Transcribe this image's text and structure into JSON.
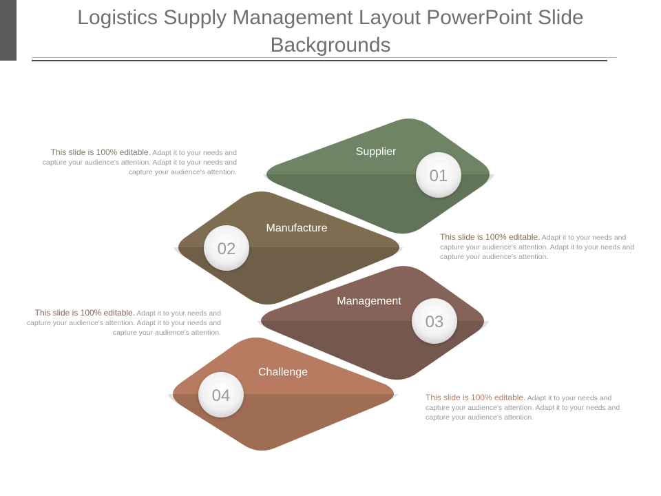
{
  "title": "Logistics Supply Management Layout PowerPoint Slide Backgrounds",
  "steps": [
    {
      "number": "01",
      "label": "Supplier",
      "color": "#6f8465",
      "lead_color": "#6f8465"
    },
    {
      "number": "02",
      "label": "Manufacture",
      "color": "#7f6d52",
      "lead_color": "#7f6d52"
    },
    {
      "number": "03",
      "label": "Management",
      "color": "#856358",
      "lead_color": "#856358"
    },
    {
      "number": "04",
      "label": "Challenge",
      "color": "#b67b60",
      "lead_color": "#b67b60"
    }
  ],
  "descriptions": [
    {
      "lead": "This slide is 100% editable.",
      "body": " Adapt it to your needs and capture your audience's attention. Adapt it to your needs and capture your audience's attention."
    },
    {
      "lead": "This slide is 100% editable.",
      "body": " Adapt it to your needs and capture your audience's attention. Adapt it to your needs and capture your audience's attention."
    },
    {
      "lead": "This slide is 100% editable.",
      "body": " Adapt it to your needs and capture your audience's attention. Adapt it to your needs and capture your audience's attention."
    },
    {
      "lead": "This slide is 100% editable.",
      "body": " Adapt it to your needs and capture your audience's attention. Adapt it to your needs and capture your audience's attention."
    }
  ]
}
